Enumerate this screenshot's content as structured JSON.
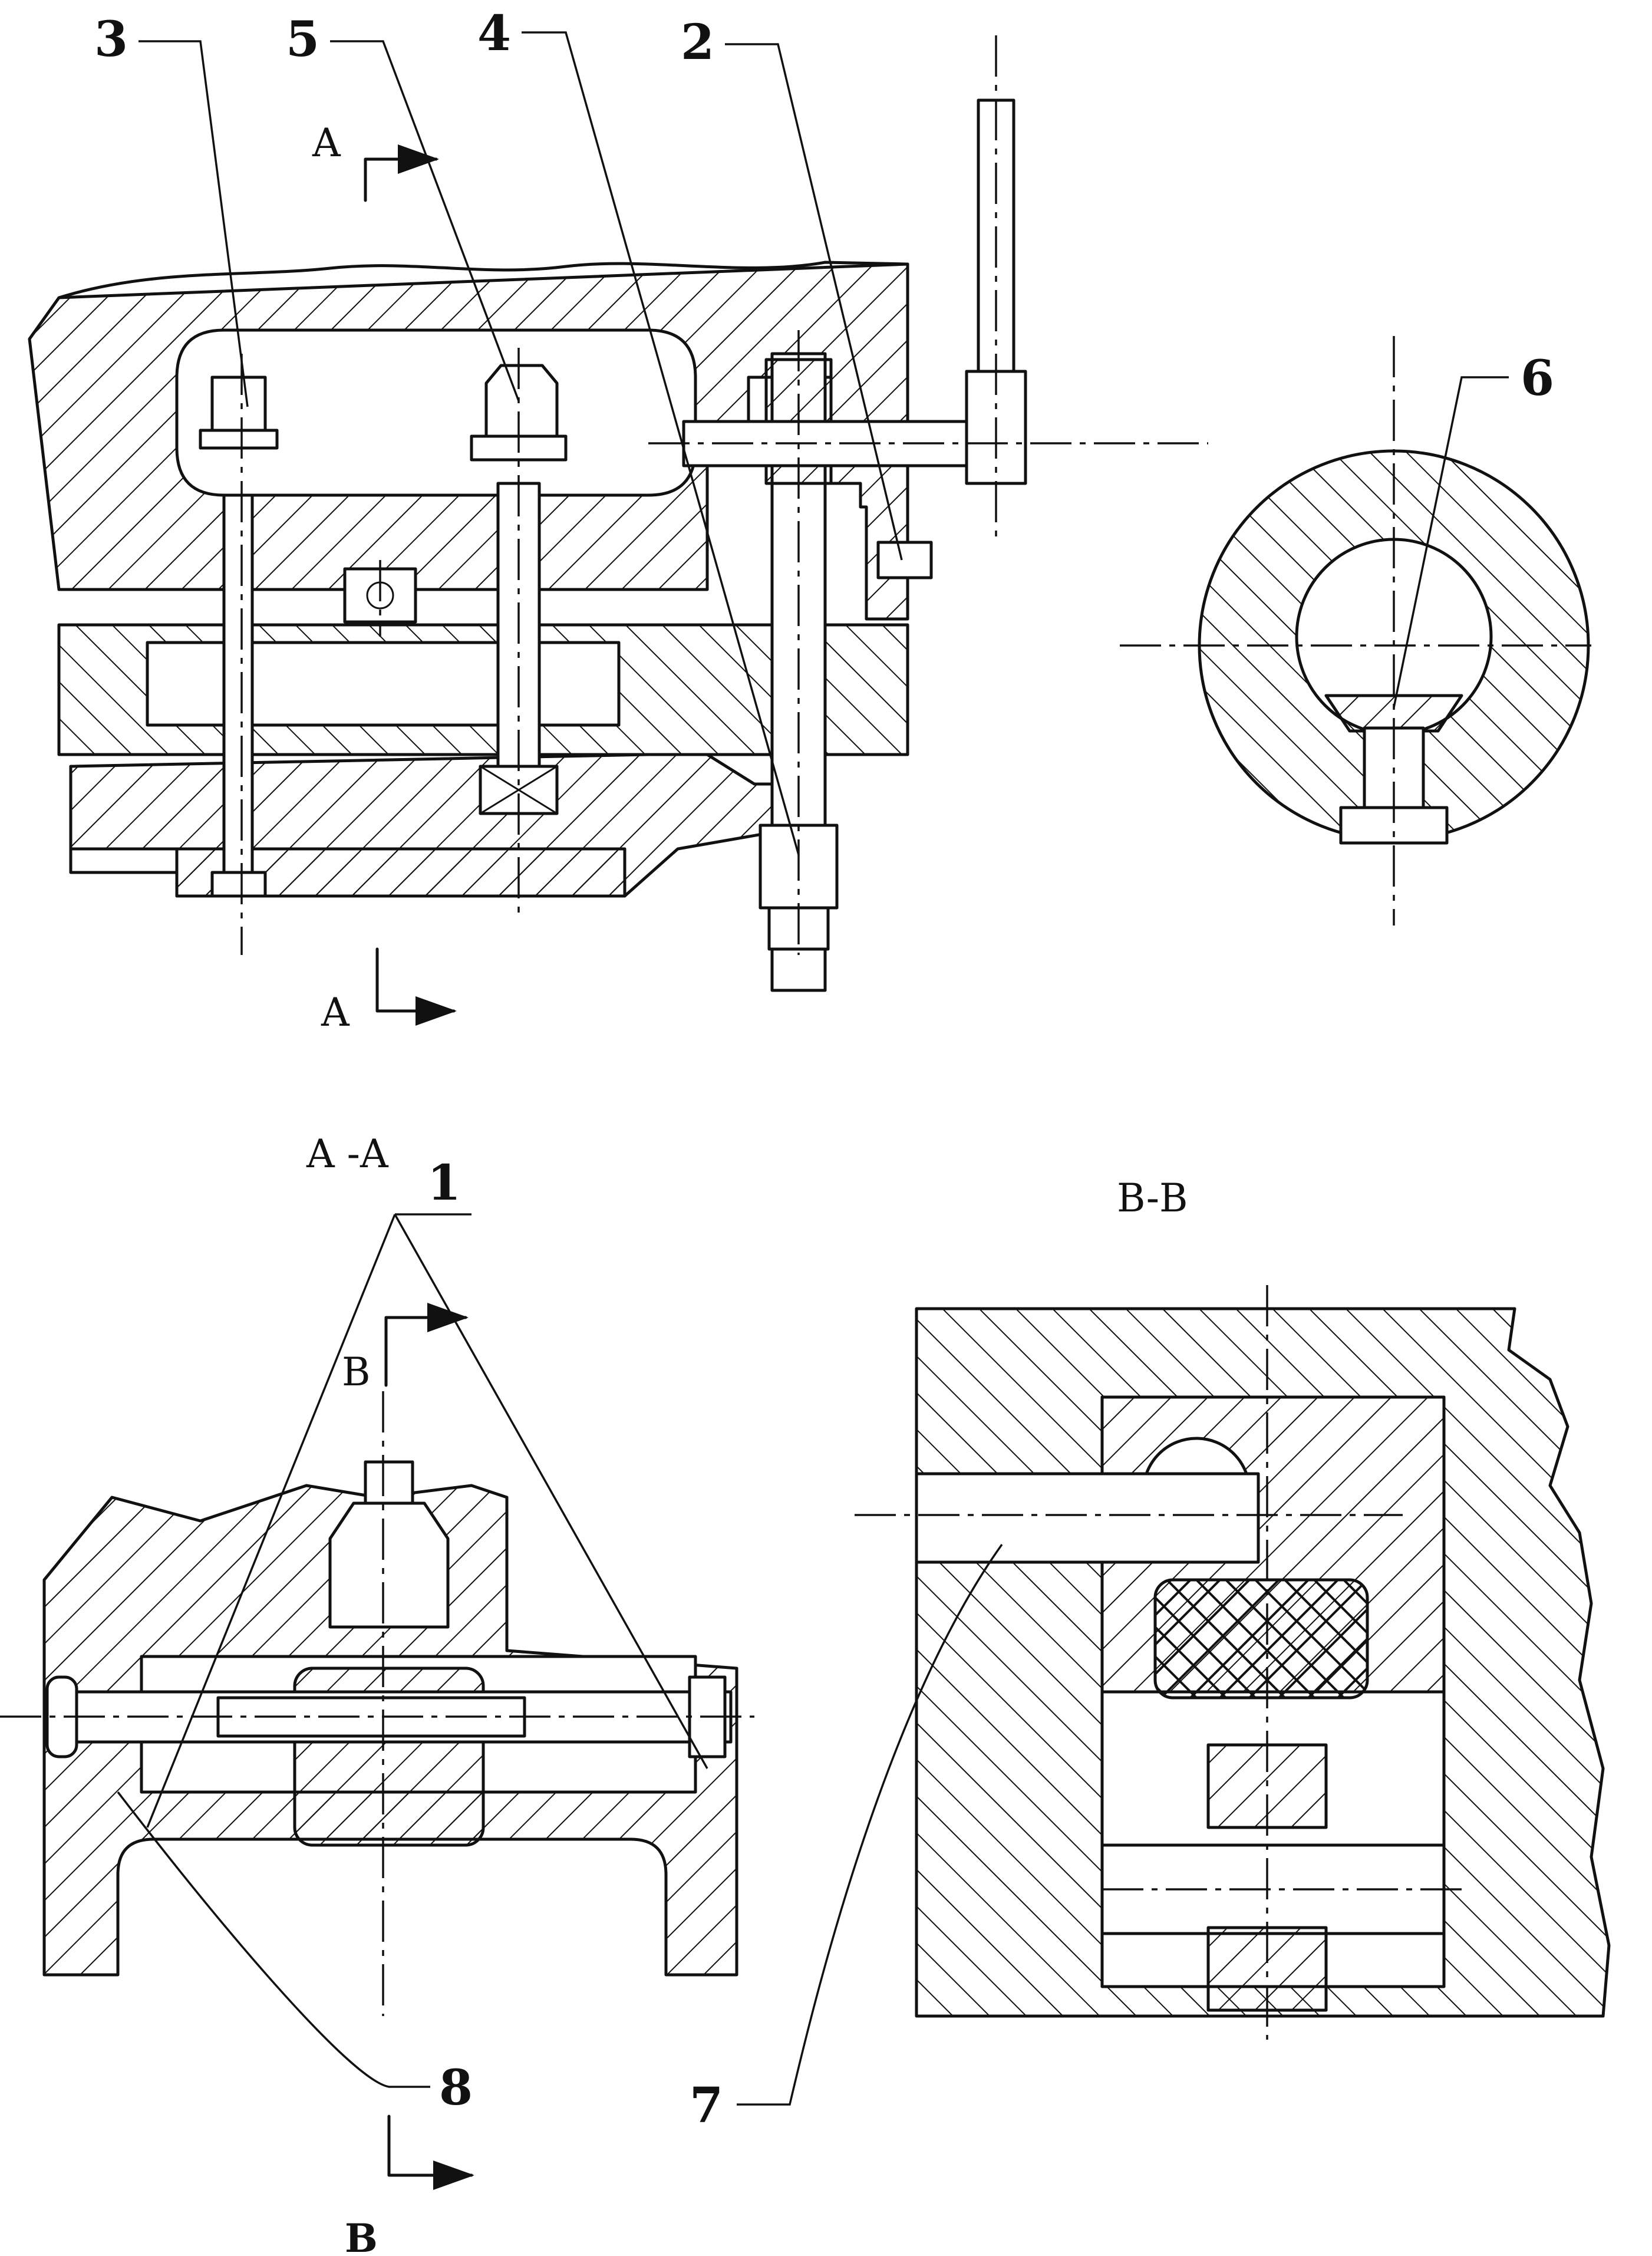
{
  "drawing": {
    "part_labels": [
      "1",
      "2",
      "3",
      "4",
      "5",
      "6",
      "7",
      "8"
    ],
    "section_marks": {
      "a_top": "A",
      "a_bottom": "A",
      "b_top": "B",
      "b_bottom": "B"
    },
    "view_titles": {
      "section_aa": "A -A",
      "section_bb": "B-B"
    }
  }
}
